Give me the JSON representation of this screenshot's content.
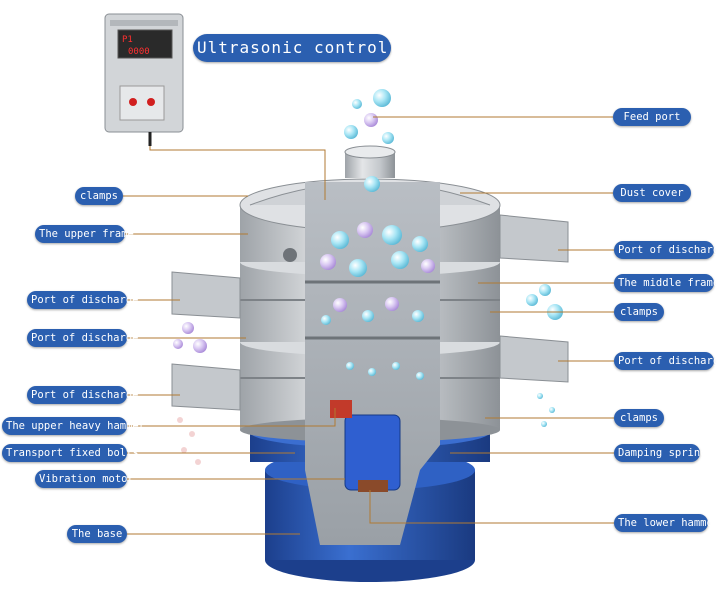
{
  "title_label": "Ultrasonic controller",
  "controller": {
    "display": "P1",
    "digits": "0000"
  },
  "labels": {
    "feed_port": "Feed port",
    "dust_cover": "Dust cover",
    "port_discharge_r1": "Port of discharge",
    "middle_frame": "The middle frame",
    "clamps_r1": "clamps",
    "port_discharge_r2": "Port of discharge",
    "clamps_r2": "clamps",
    "damping_spring": "Damping spring",
    "lower_hammor": "The lower hammor",
    "clamps_l": "clamps",
    "upper_frame": "The upper frame",
    "port_discharge_l1": "Port of discharge",
    "port_discharge_l2": "Port of discharge",
    "port_discharge_l3": "Port of discharge",
    "upper_heavy_hammer": "The upper heavy hammer",
    "transport_bolts": "Transport fixed bolts",
    "vibration_motor": "Vibration motor",
    "base": "The base"
  },
  "colors": {
    "label_bg": "#2b5fb0",
    "base_blue": "#2e5db8",
    "steel": "#c9ccd0",
    "leader": "#b07a33"
  }
}
